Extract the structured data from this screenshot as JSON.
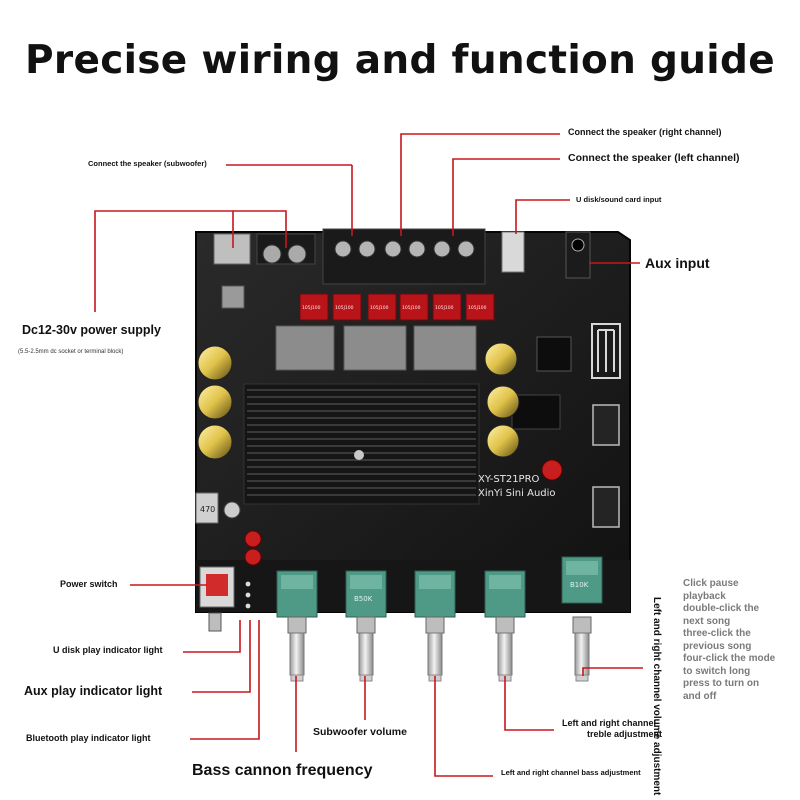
{
  "title": "Precise wiring and function guide",
  "labels": {
    "speaker_right": "Connect the speaker (right channel)",
    "speaker_left": "Connect the speaker (left channel)",
    "speaker_sub": "Connect the speaker (subwoofer)",
    "udisk_input": "U disk/sound card input",
    "aux_input": "Aux input",
    "power_supply": "Dc12-30v power supply",
    "power_supply_note": "(5.5-2.5mm dc socket or terminal block)",
    "power_switch": "Power switch",
    "udisk_light": "U disk play indicator light",
    "aux_light": "Aux play indicator light",
    "bt_light": "Bluetooth play indicator light",
    "bass_freq": "Bass cannon frequency",
    "sub_volume": "Subwoofer volume",
    "treble_1": "Left and right channel",
    "treble_2": "treble adjustment",
    "bass_adjust": "Left and right channel bass adjustment",
    "volume_adjust": "Left and right channel volume adjustment"
  },
  "knob_functions": [
    "Click pause",
    "playback",
    "double-click the",
    "next song",
    "three-click the",
    "previous song",
    "four-click the mode",
    "to switch long",
    "press to turn on",
    "and off"
  ],
  "board": {
    "model": "XY-ST21PRO",
    "brand": "XinYi Sini Audio",
    "chip_marking": "470",
    "inductor_marking": "105J100",
    "pot_markings": [
      "",
      "B50K",
      "",
      "",
      "B10K"
    ]
  },
  "colors": {
    "pcb": "#1c1c1c",
    "leader_line": "#c8161d",
    "terminal_red": "#b8141a",
    "pot_green": "#4f9a86"
  }
}
